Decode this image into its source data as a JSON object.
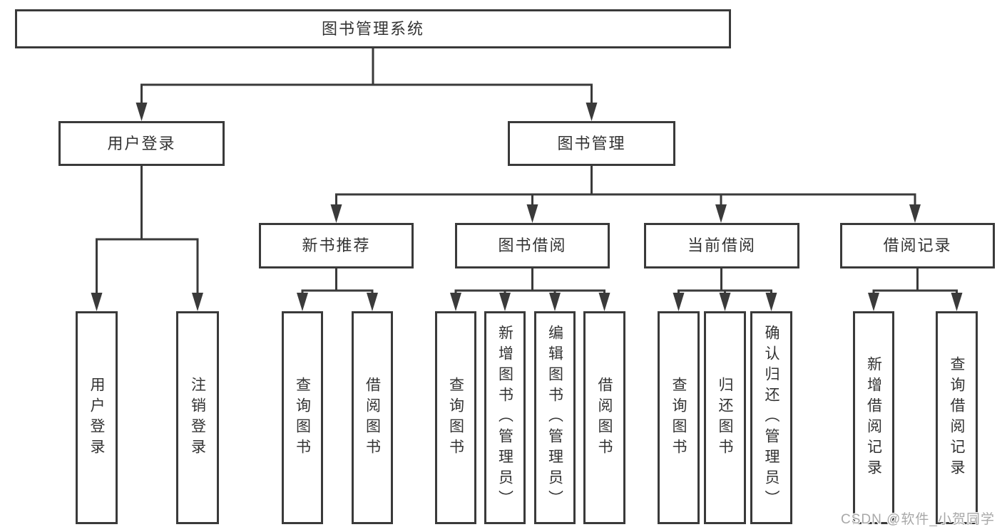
{
  "watermark": "CSDN @软件_小贺同学",
  "colors": {
    "line": "#3a3a3a",
    "text": "#333333",
    "watermark": "#a8a8a8"
  },
  "tree": {
    "label": "图书管理系统",
    "children": [
      {
        "label": "用户登录",
        "children": [
          {
            "label": "用户登录"
          },
          {
            "label": "注销登录"
          }
        ]
      },
      {
        "label": "图书管理",
        "children": [
          {
            "label": "新书推荐",
            "children": [
              {
                "label": "查询图书"
              },
              {
                "label": "借阅图书"
              }
            ]
          },
          {
            "label": "图书借阅",
            "children": [
              {
                "label": "查询图书"
              },
              {
                "label": "新增图书（管理员）"
              },
              {
                "label": "编辑图书（管理员）"
              },
              {
                "label": "借阅图书"
              }
            ]
          },
          {
            "label": "当前借阅",
            "children": [
              {
                "label": "查询图书"
              },
              {
                "label": "归还图书"
              },
              {
                "label": "确认归还（管理员）"
              }
            ]
          },
          {
            "label": "借阅记录",
            "children": [
              {
                "label": "新增借阅记录"
              },
              {
                "label": "查询借阅记录"
              }
            ]
          }
        ]
      }
    ]
  }
}
